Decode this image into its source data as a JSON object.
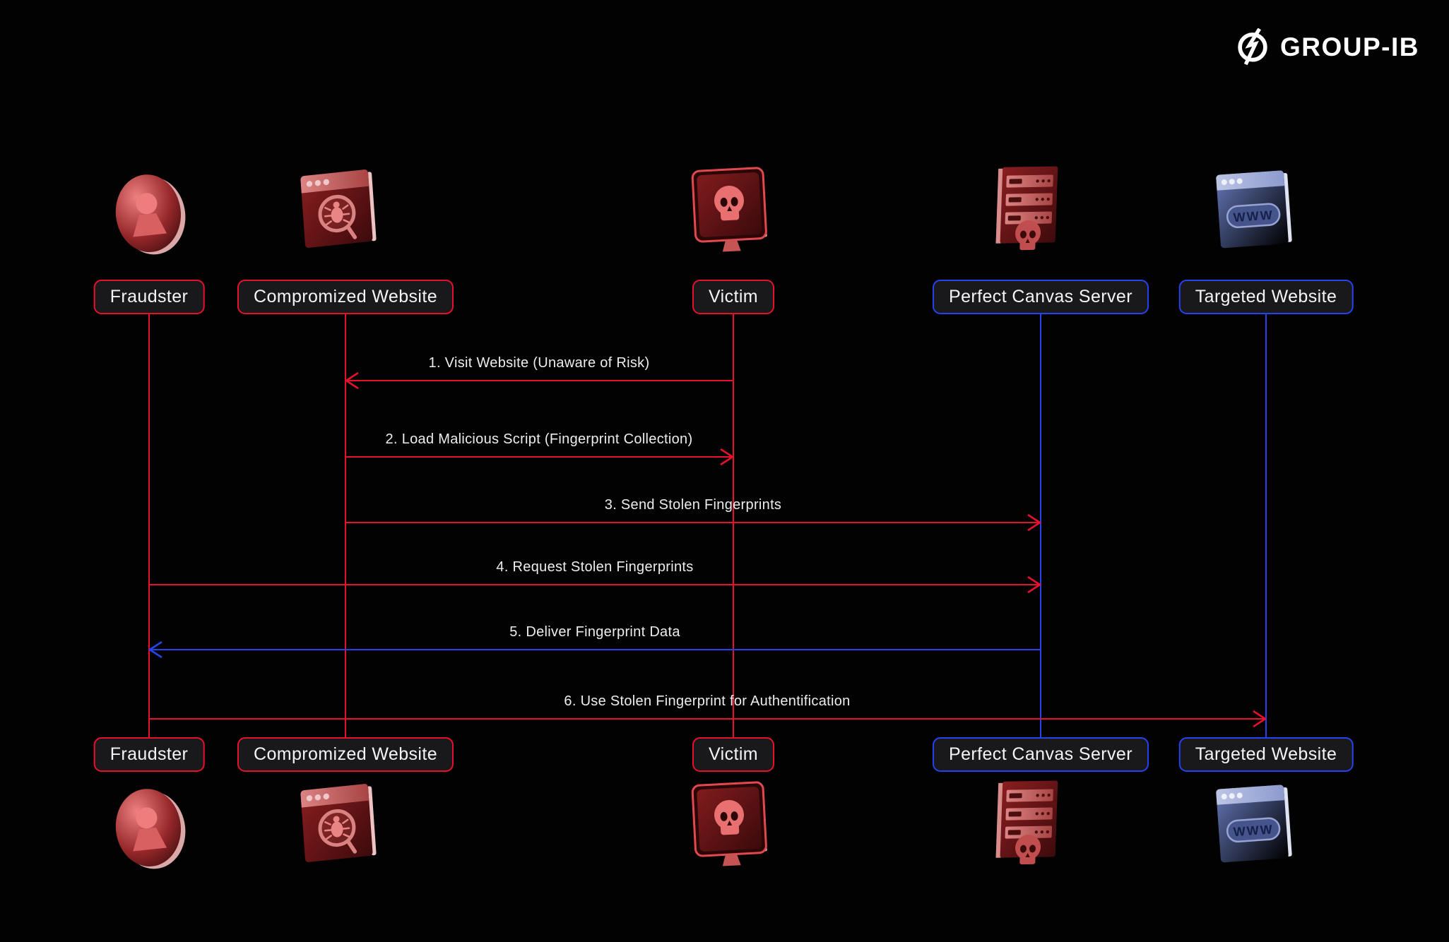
{
  "logo": {
    "text": "GROUP-IB"
  },
  "actors": [
    {
      "id": "fraudster",
      "label": "Fraudster",
      "color": "red",
      "icon": "person-icon"
    },
    {
      "id": "compromized-website",
      "label": "Compromized Website",
      "color": "red",
      "icon": "bug-browser-icon"
    },
    {
      "id": "victim",
      "label": "Victim",
      "color": "red",
      "icon": "skull-monitor-icon"
    },
    {
      "id": "perfect-canvas-server",
      "label": "Perfect Canvas Server",
      "color": "blue",
      "icon": "server-skull-icon"
    },
    {
      "id": "targeted-website",
      "label": "Targeted Website",
      "color": "blue",
      "icon": "www-browser-icon"
    }
  ],
  "messages": [
    {
      "label": "1. Visit Website (Unaware of Risk)",
      "from": "victim",
      "to": "compromized-website",
      "color": "red"
    },
    {
      "label": "2. Load Malicious Script (Fingerprint Collection)",
      "from": "compromized-website",
      "to": "victim",
      "color": "red"
    },
    {
      "label": "3. Send Stolen Fingerprints",
      "from": "compromized-website",
      "to": "perfect-canvas-server",
      "color": "red"
    },
    {
      "label": "4. Request Stolen Fingerprints",
      "from": "fraudster",
      "to": "perfect-canvas-server",
      "color": "red"
    },
    {
      "label": "5. Deliver Fingerprint Data",
      "from": "perfect-canvas-server",
      "to": "fraudster",
      "color": "blue"
    },
    {
      "label": "6. Use Stolen Fingerprint for Authentification",
      "from": "fraudster",
      "to": "targeted-website",
      "color": "red"
    }
  ],
  "colors": {
    "background": "#020203",
    "red": "#e8112d",
    "blue": "#2543ef",
    "label_fill": "#19191b",
    "label_text": "#f4f4f5",
    "message_text": "#ededee",
    "logo_white": "#ffffff"
  }
}
